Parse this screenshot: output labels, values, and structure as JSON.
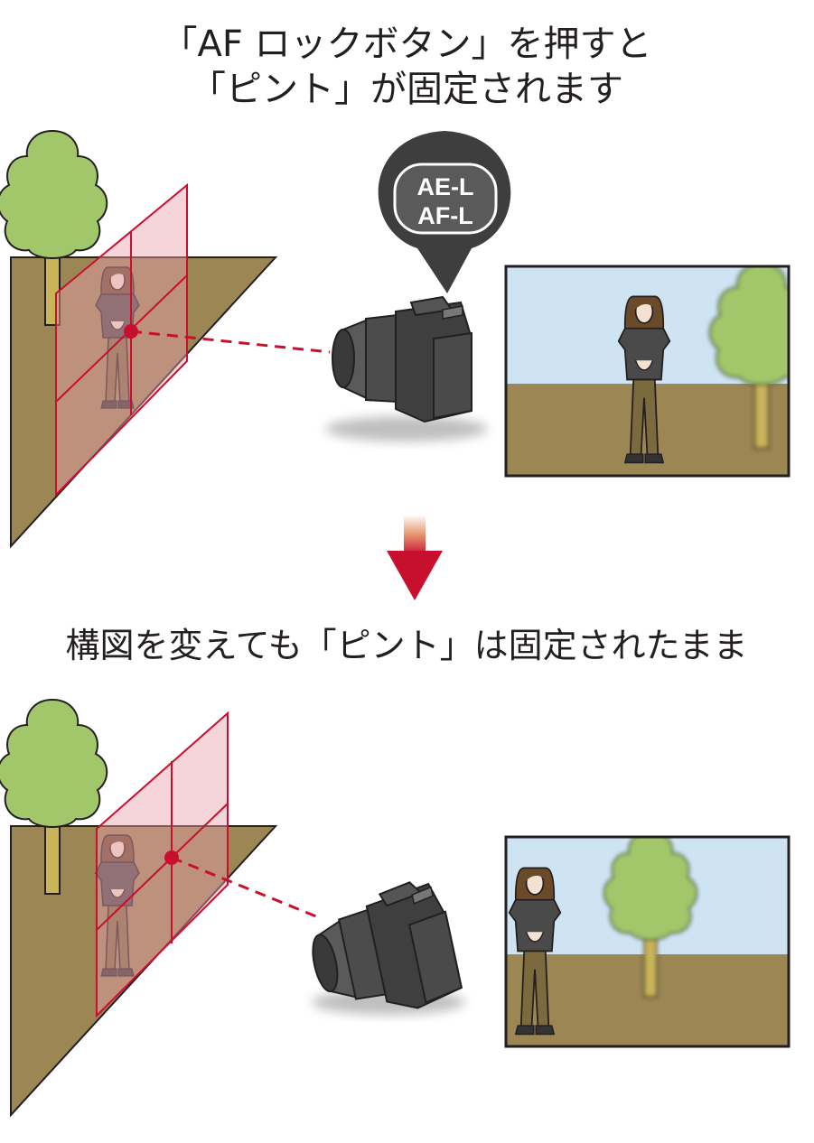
{
  "heading": {
    "line1": "「AF ロックボタン」を押すと",
    "line2": "「ピント」が固定されます"
  },
  "caption": "構図を変えても「ピント」は固定されたまま",
  "button_badge": {
    "line1": "AE-L",
    "line2": "AF-L",
    "bubble_color": "#3e3e3e",
    "button_color": "#5a5a5a"
  },
  "colors": {
    "focus_plane": "#c8102e",
    "focus_point": "#c8102e",
    "ground": "#9b8654",
    "sky": "#cfe4f3",
    "tree_foliage": "#a2c76a",
    "tree_trunk": "#c9b45a",
    "camera_body": "#4a4a4a",
    "arrow": "#c8102e"
  },
  "icons": {
    "arrow": "down-arrow-icon",
    "camera": "camera-icon",
    "person": "person-icon",
    "tree": "tree-icon"
  }
}
